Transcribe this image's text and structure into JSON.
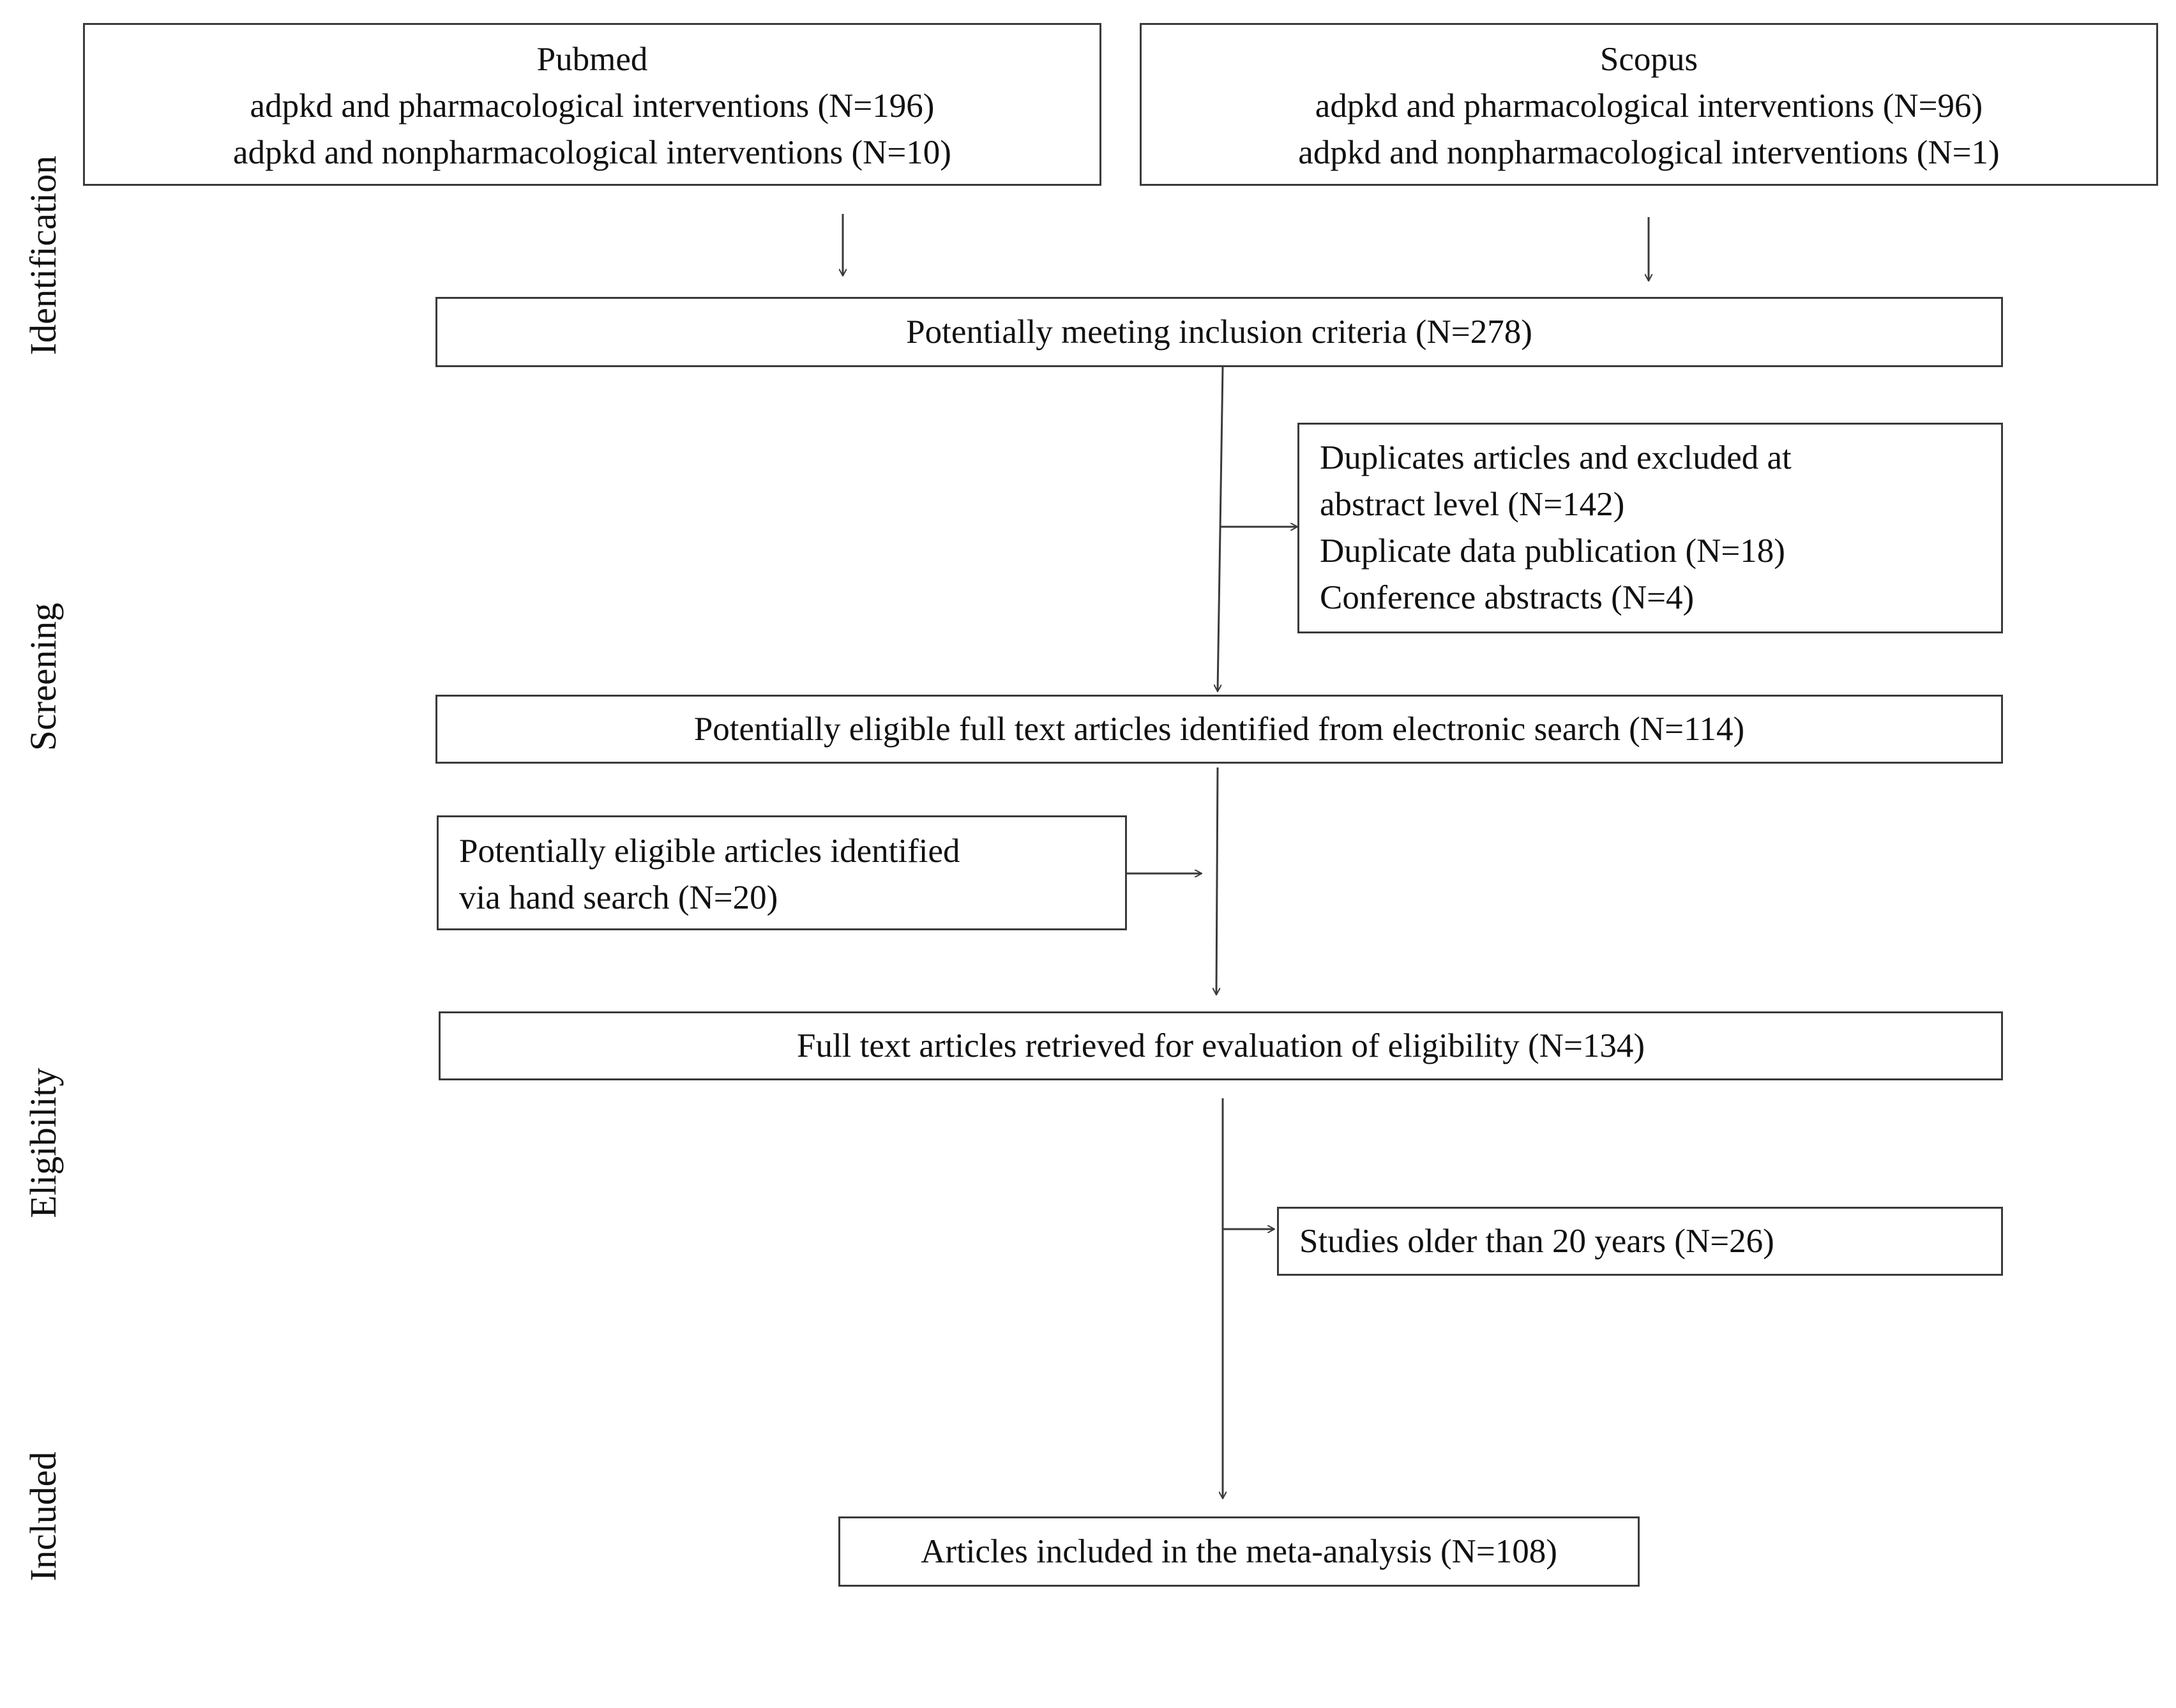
{
  "stages": {
    "identification": "Identification",
    "screening": "Screening",
    "eligibility": "Eligibility",
    "included": "Included"
  },
  "pubmed": {
    "title": "Pubmed",
    "line1": "adpkd and pharmacological interventions (N=196)",
    "line2": "adpkd and nonpharmacological interventions (N=10)"
  },
  "scopus": {
    "title": "Scopus",
    "line1": "adpkd and pharmacological interventions (N=96)",
    "line2": "adpkd and nonpharmacological interventions (N=1)"
  },
  "potentially_meeting": "Potentially meeting inclusion criteria (N=278)",
  "exclusion1": {
    "line1": "Duplicates articles and excluded at",
    "line2": "abstract level (N=142)",
    "line3": "Duplicate data publication (N=18)",
    "line4": "Conference abstracts (N=4)"
  },
  "potentially_eligible_electronic": "Potentially eligible full text articles identified from electronic search (N=114)",
  "hand_search": {
    "line1": "Potentially eligible articles identified",
    "line2": "via hand search (N=20)"
  },
  "full_text_retrieved": "Full text articles retrieved for evaluation of eligibility  (N=134)",
  "exclusion2": "Studies older than 20 years (N=26)",
  "included_final": "Articles included in the meta-analysis (N=108)"
}
